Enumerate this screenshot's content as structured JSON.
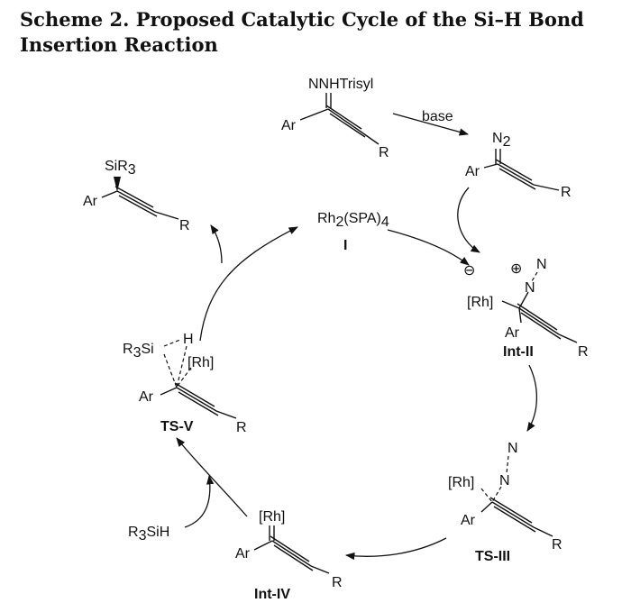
{
  "title": {
    "line1": "Scheme 2. Proposed Catalytic Cycle of the Si–H Bond",
    "line2": "Insertion Reaction"
  },
  "reagent": {
    "substituent": "NNHTrisyl",
    "aryl": "Ar",
    "alkyl": "R",
    "condition": "base"
  },
  "diazo": {
    "n2_main": "N",
    "n2_sub": "2",
    "aryl": "Ar",
    "alkyl": "R"
  },
  "catalyst": {
    "prefix": "Rh",
    "sub": "2",
    "ligand": "(SPA)",
    "ligand_sub": "4",
    "label": "I"
  },
  "int2": {
    "minus": "⊖",
    "plus": "⊕",
    "n1": "N",
    "n2": "N",
    "metal": "[Rh]",
    "aryl": "Ar",
    "alkyl": "R",
    "label": "Int-II"
  },
  "ts3": {
    "n1": "N",
    "n2": "N",
    "metal": "[Rh]",
    "aryl": "Ar",
    "alkyl": "R",
    "label": "TS-III"
  },
  "int4": {
    "metal": "[Rh]",
    "aryl": "Ar",
    "alkyl": "R",
    "label": "Int-IV"
  },
  "silane": {
    "r3": "R",
    "r3_sub": "3",
    "sih": "SiH"
  },
  "ts5": {
    "r3": "R",
    "r3_sub": "3",
    "si": "Si",
    "h": "H",
    "metal": "[Rh]",
    "aryl": "Ar",
    "alkyl": "R",
    "label": "TS-V"
  },
  "product": {
    "si": "SiR",
    "si_sub": "3",
    "aryl": "Ar",
    "alkyl": "R"
  }
}
